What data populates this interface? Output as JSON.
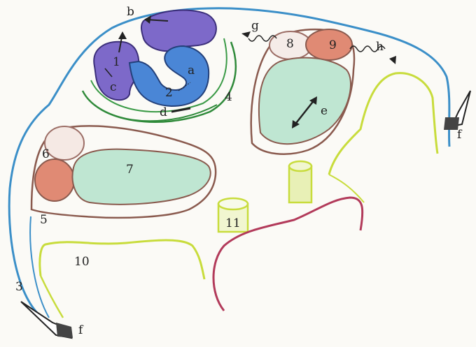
{
  "labels": {
    "l1": "1",
    "l2": "2",
    "l3": "3",
    "l4": "4",
    "l5": "5",
    "l6": "6",
    "l7": "7",
    "l8": "8",
    "l9": "9",
    "l10": "10",
    "l11": "11",
    "a": "a",
    "b": "b",
    "c": "c",
    "d": "d",
    "e": "e",
    "f_left": "f",
    "f_right": "f",
    "g": "g",
    "h": "h"
  },
  "colors": {
    "blue_outline": "#3b8fc8",
    "purple": "#7d69c9",
    "blue_fill": "#4a86d6",
    "green": "#2f8a3a",
    "brown": "#8a5a4e",
    "mint": "#bfe6d2",
    "salmon": "#e08a74",
    "yellow_green": "#c8dc3c",
    "crimson": "#b23a5a",
    "ink": "#222222"
  }
}
